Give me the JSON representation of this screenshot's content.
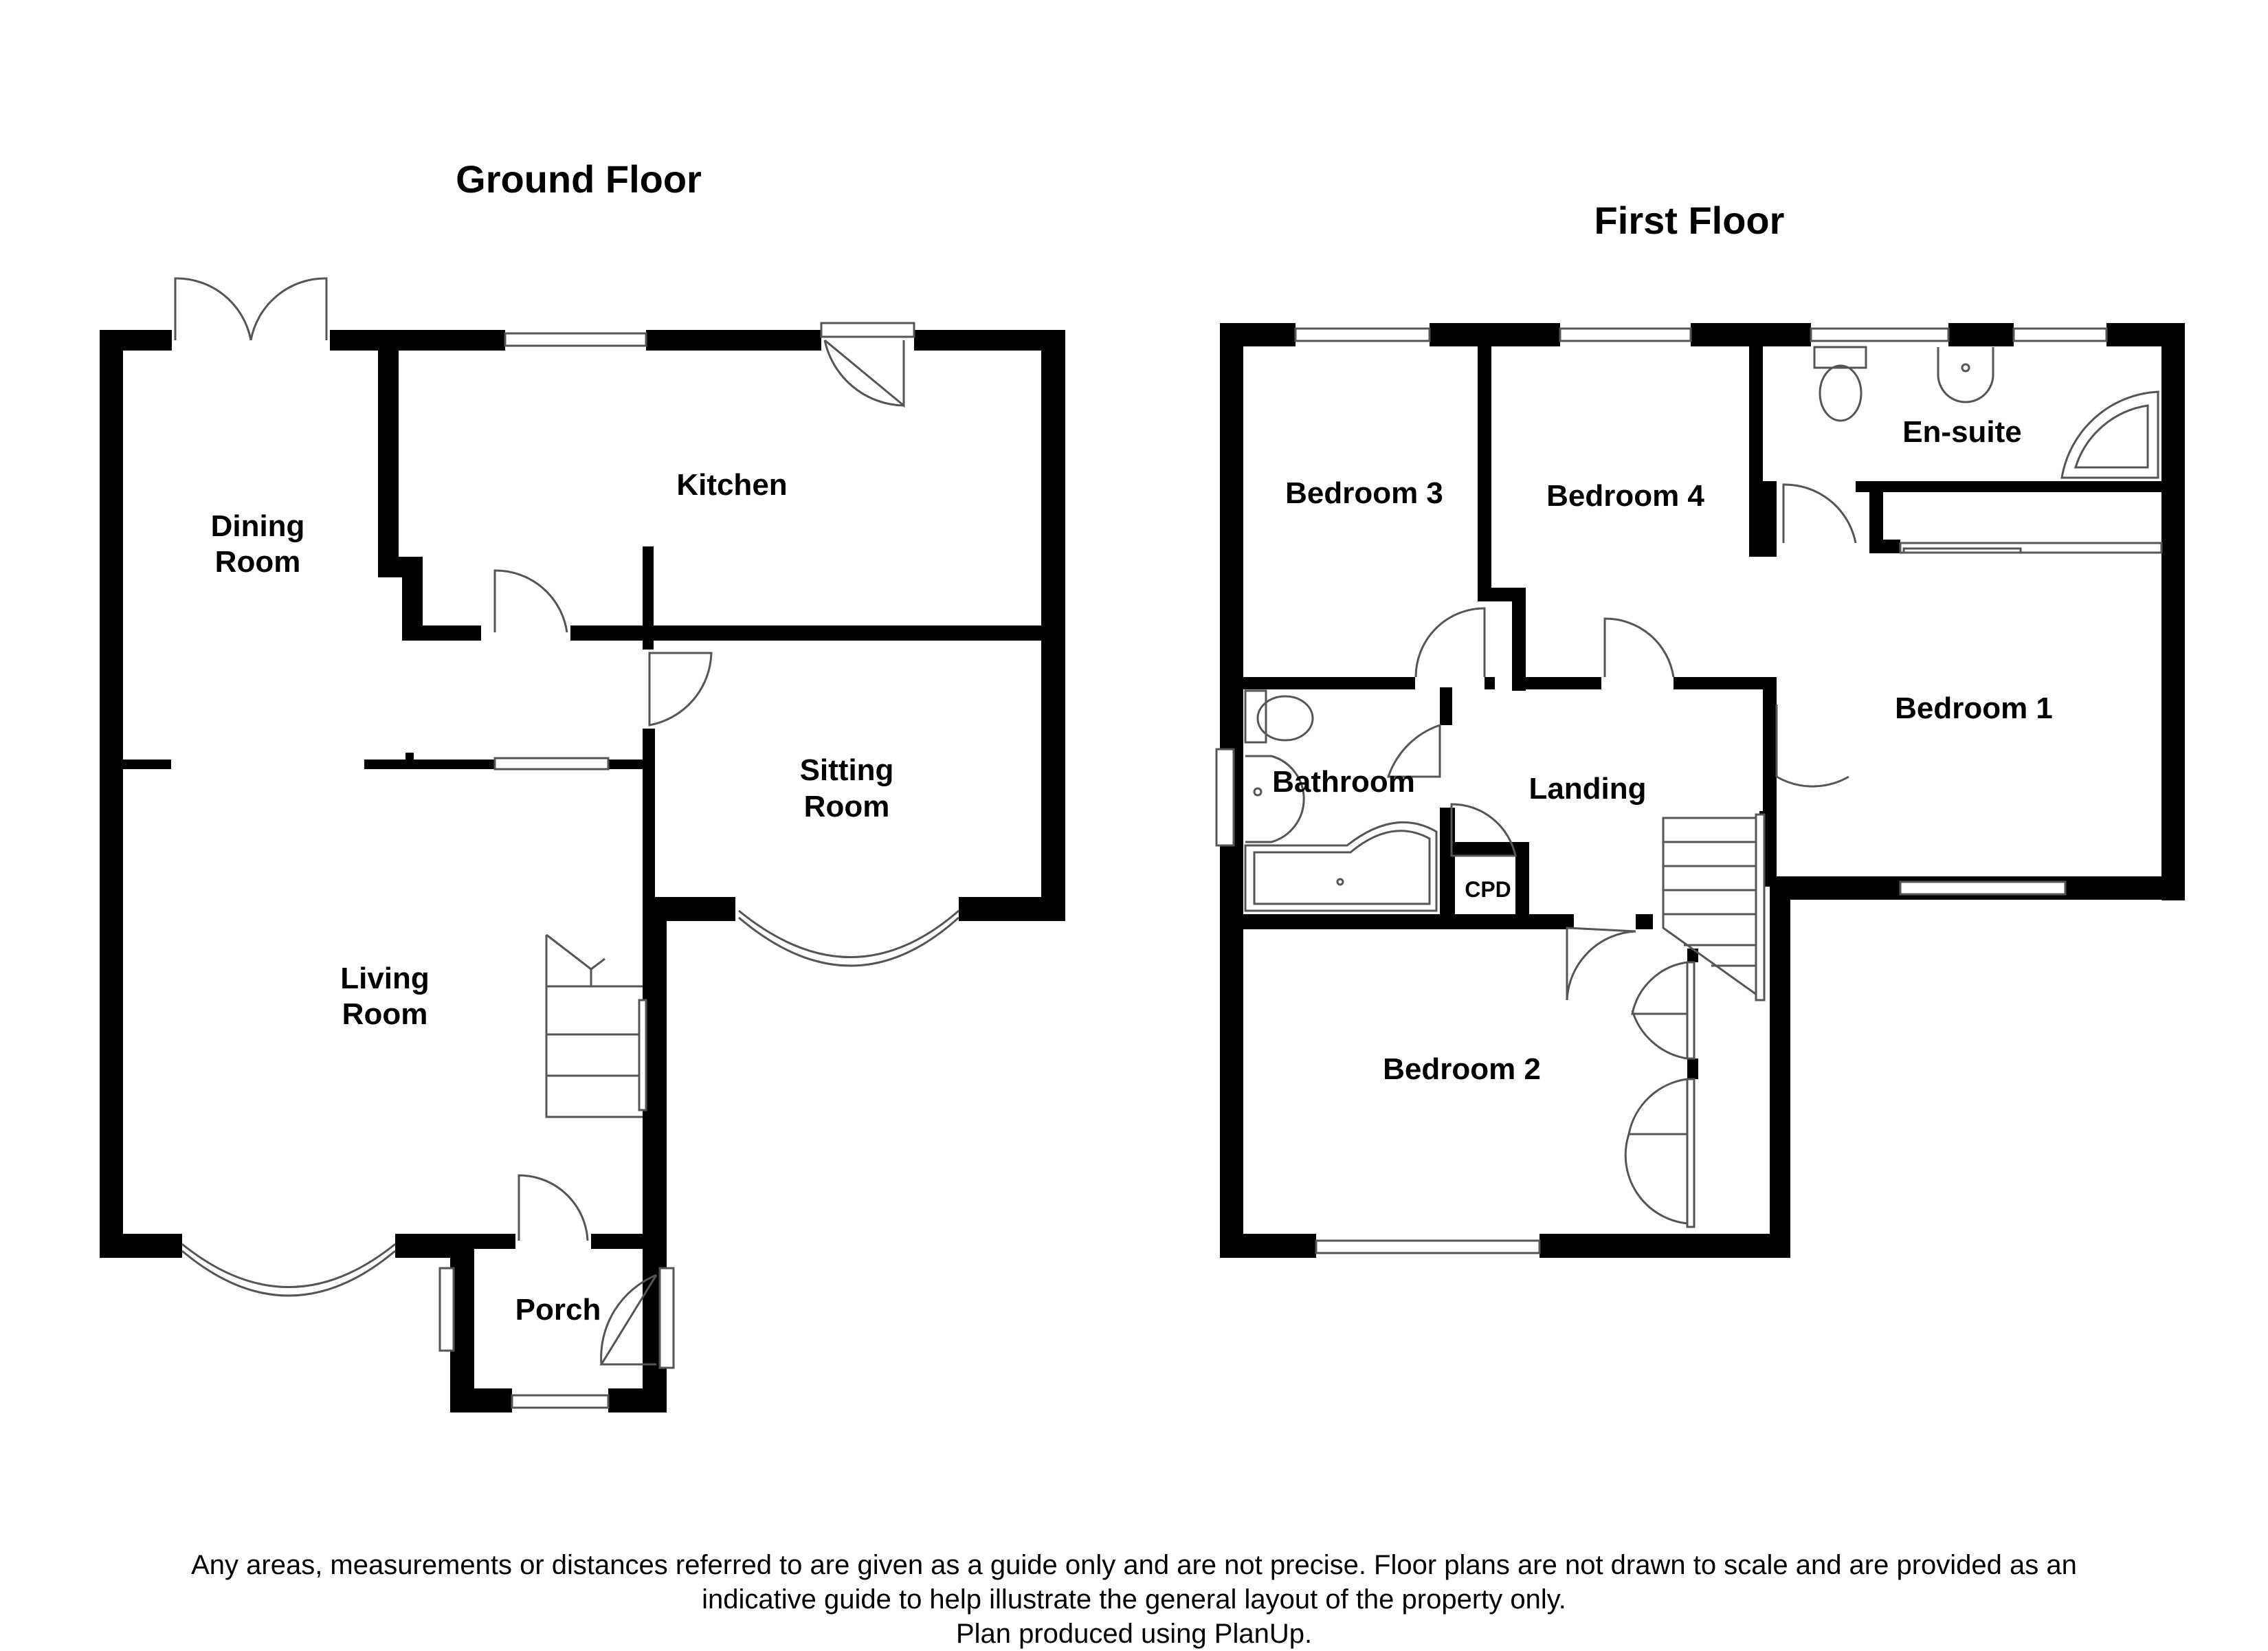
{
  "headings": {
    "ground_floor": "Ground Floor",
    "first_floor": "First Floor"
  },
  "ground_floor_rooms": {
    "dining": [
      "Dining",
      "Room"
    ],
    "kitchen": "Kitchen",
    "sitting": [
      "Sitting",
      "Room"
    ],
    "living": [
      "Living",
      "Room"
    ],
    "porch": "Porch"
  },
  "first_floor_rooms": {
    "bedroom3": "Bedroom 3",
    "bedroom4": "Bedroom 4",
    "ensuite": "En-suite",
    "bedroom1": "Bedroom 1",
    "bathroom": "Bathroom",
    "landing": "Landing",
    "cpd": "CPD",
    "bedroom2": "Bedroom 2"
  },
  "disclaimer": {
    "line1": "Any areas, measurements or distances referred to are given as a guide only and are not precise. Floor plans are not drawn to scale and are provided as an",
    "line2": "indicative guide to help illustrate the general layout of the property only.",
    "line3": "Plan produced using PlanUp."
  },
  "colors": {
    "wall": "#000000",
    "fixture": "#555555",
    "background": "#ffffff"
  }
}
